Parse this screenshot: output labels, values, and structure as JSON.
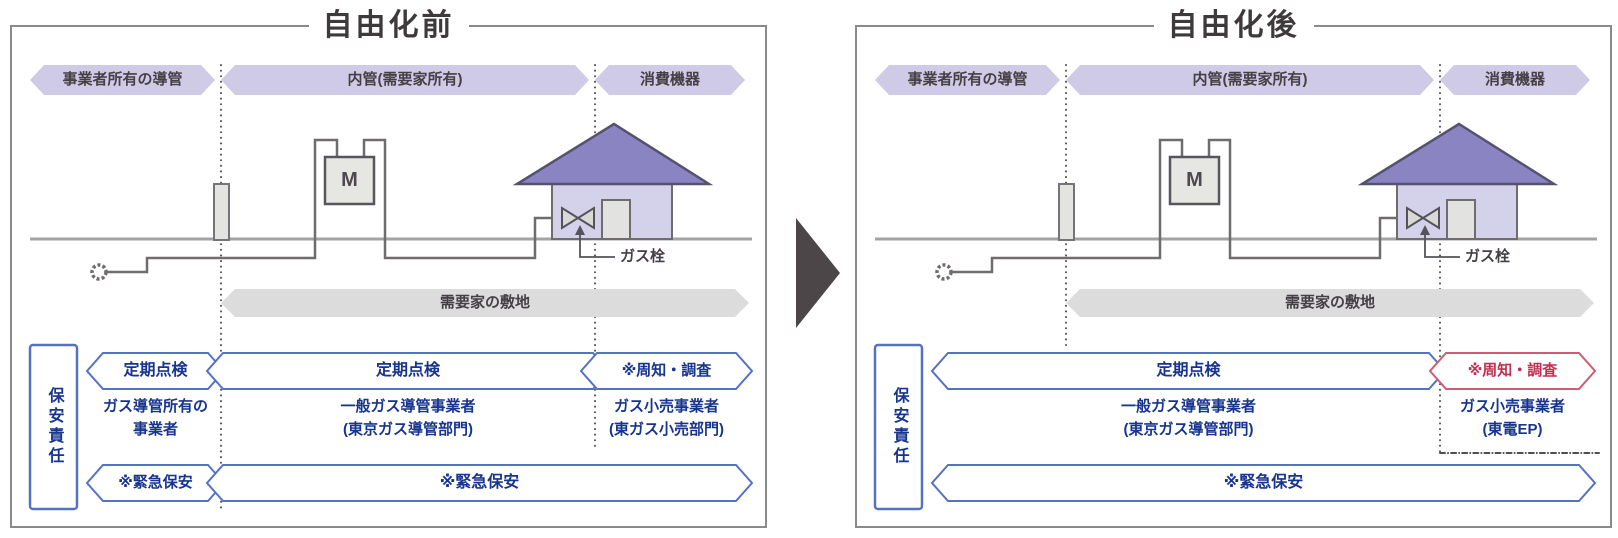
{
  "panels": {
    "before": {
      "title": "自由化前",
      "zone_labels": [
        "事業者所有の導管",
        "内管(需要家所有)",
        "消費機器"
      ],
      "meter_label": "M",
      "gas_tap_label": "ガス栓",
      "premises_label": "需要家の敷地",
      "safety_label": "保安責任",
      "row1": {
        "left": "定期点検",
        "center": "定期点検",
        "right": "※周知・調査"
      },
      "operators": {
        "left_line1": "ガス導管所有の",
        "left_line2": "事業者",
        "center_line1": "一般ガス導管事業者",
        "center_line2": "(東京ガス導管部門)",
        "right_line1": "ガス小売事業者",
        "right_line2": "(東ガス小売部門)"
      },
      "row2": {
        "left": "※緊急保安",
        "center": "※緊急保安"
      }
    },
    "after": {
      "title": "自由化後",
      "zone_labels": [
        "事業者所有の導管",
        "内管(需要家所有)",
        "消費機器"
      ],
      "meter_label": "M",
      "gas_tap_label": "ガス栓",
      "premises_label": "需要家の敷地",
      "safety_label": "保安責任",
      "row1": {
        "center": "定期点検",
        "right": "※周知・調査"
      },
      "operators": {
        "center_line1": "一般ガス導管事業者",
        "center_line2": "(東京ガス導管部門)",
        "right_line1": "ガス小売事業者",
        "right_line2": "(東電EP)"
      },
      "row2": {
        "center": "※緊急保安"
      }
    }
  },
  "colors": {
    "zone_banner_fill": "#cfcbe7",
    "premises_banner_fill": "#dcdcdc",
    "roof_fill": "#8a84c3",
    "house_fill": "#d4d1ea",
    "blue_stroke": "#5472c4",
    "blue_text": "#17358f",
    "red_stroke": "#d15b72",
    "red_text": "#c22f50",
    "panel_border": "#8a8a8a"
  }
}
